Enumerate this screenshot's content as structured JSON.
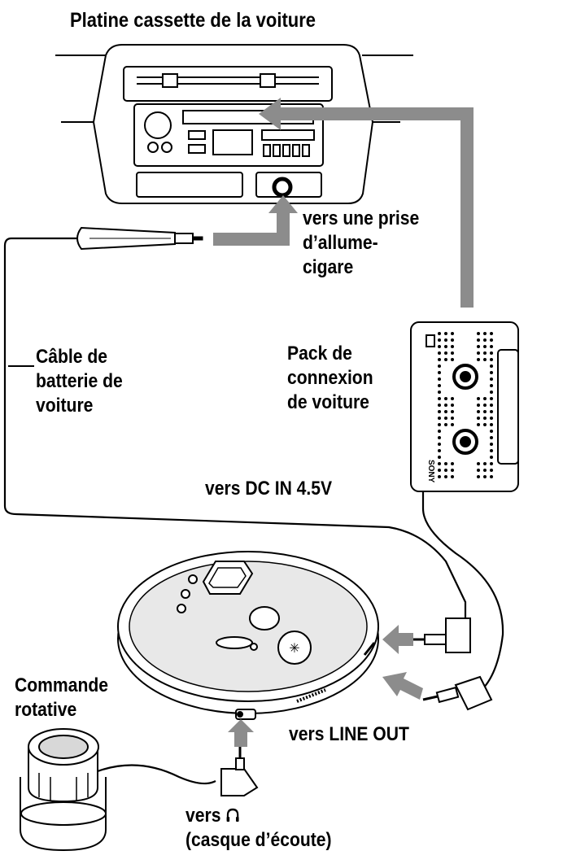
{
  "labels": {
    "title": "Platine cassette de la voiture",
    "cigarette": [
      "vers une prise",
      "d’allume-",
      "cigare"
    ],
    "cable": [
      "Câble de",
      "batterie de",
      "voiture"
    ],
    "pack": [
      "Pack de",
      "connexion",
      "de voiture"
    ],
    "dc_in": "vers DC IN 4.5V",
    "dial": [
      "Commande",
      "rotative"
    ],
    "line_out": "vers LINE OUT",
    "headphones": [
      "vers",
      "(casque d’écoute)"
    ],
    "cassette_brand": "SONY"
  },
  "colors": {
    "line": "#000000",
    "arrow": "#8c8c8c",
    "shade": "#dcdcdc"
  },
  "icons": {
    "headphones": "headphones-icon"
  }
}
